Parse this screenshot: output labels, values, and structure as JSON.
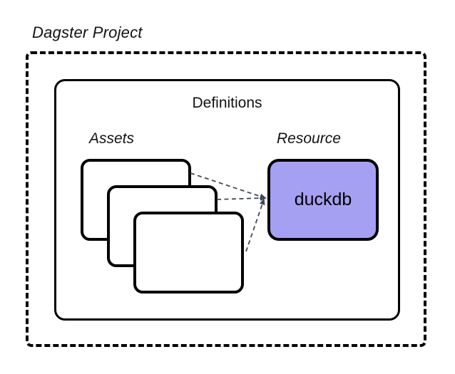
{
  "diagram": {
    "title": "Dagster Project",
    "definitions": {
      "label": "Definitions"
    },
    "assets": {
      "label": "Assets",
      "card_count": 3
    },
    "resource": {
      "label": "Resource",
      "node_label": "duckdb"
    },
    "colors": {
      "resource_fill": "#a6a0f2",
      "outline": "#000000",
      "connector": "#3e4a57",
      "background": "#ffffff"
    }
  }
}
